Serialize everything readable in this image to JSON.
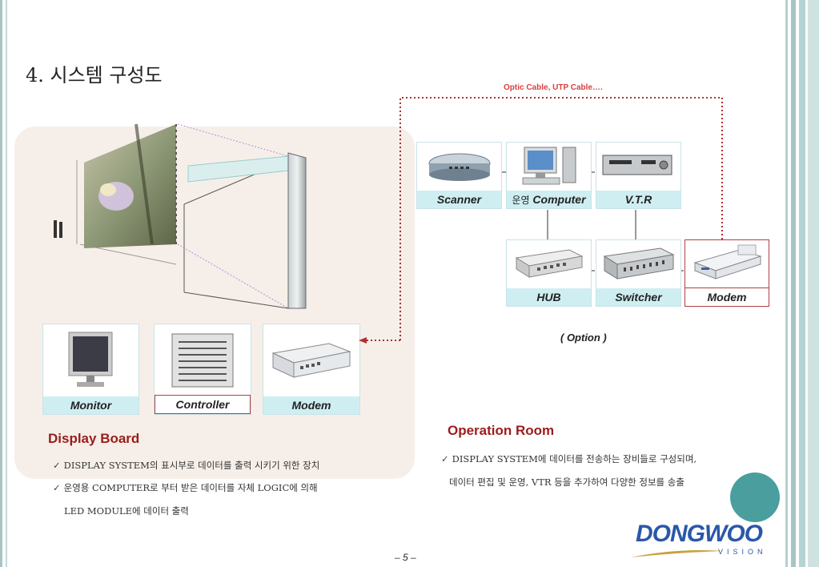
{
  "title": "4. 시스템 구성도",
  "optic_label": "Optic Cable, UTP Cable….",
  "option_label": "( Option )",
  "display_devices": [
    {
      "label": "Monitor",
      "icon": "monitor-icon"
    },
    {
      "label": "Controller",
      "icon": "controller-icon"
    },
    {
      "label": "Modem",
      "icon": "modem-icon"
    }
  ],
  "operation_devices": [
    {
      "label": "Scanner",
      "icon": "scanner-icon"
    },
    {
      "label_prefix": "운영",
      "label": "Computer",
      "icon": "computer-icon"
    },
    {
      "label": "V.T.R",
      "icon": "vtr-icon"
    },
    {
      "label": "HUB",
      "icon": "hub-icon"
    },
    {
      "label": "Switcher",
      "icon": "switcher-icon"
    },
    {
      "label": "Modem",
      "icon": "modem-icon"
    }
  ],
  "display_board": {
    "title": "Display Board",
    "lines": [
      "DISPLAY  SYSTEM의 표시부로 데이터를 출력 시키기 위한 장치",
      "운영용 COMPUTER로 부터 받은 데이터를 자체 LOGIC에 의해",
      "LED MODULE에 데이터 출력"
    ]
  },
  "operation_room": {
    "title": "Operation Room",
    "lines": [
      "DISPLAY  SYSTEM에 데이터를 전송하는 장비들로 구성되며,",
      "데이터 편집 및 운영, VTR 등을 추가하여 다양한 정보를 송출"
    ]
  },
  "check_mark": "✓",
  "page_number": "– 5 –",
  "logo": {
    "main": "DONGWOO",
    "sub": "VISION"
  },
  "colors": {
    "accent_red": "#9b1c1c",
    "label_bg": "#cfeef2",
    "teal": "#4a9e9e",
    "logo_blue": "#2a57a8"
  }
}
